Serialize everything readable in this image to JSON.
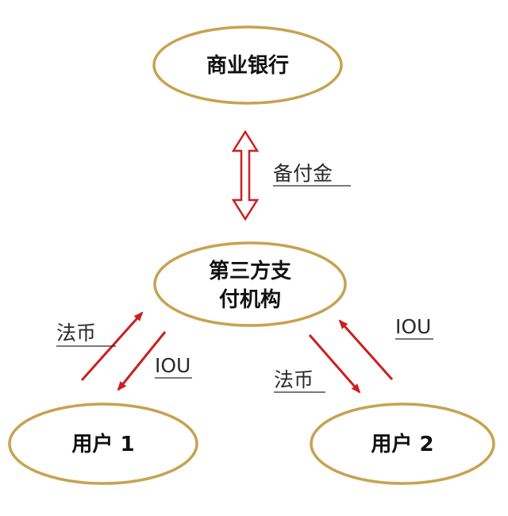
{
  "diagram": {
    "nodes": {
      "bank": {
        "label": "商业银行"
      },
      "third_party": {
        "label_line1": "第三方支",
        "label_line2": "付机构"
      },
      "user1": {
        "label": "用户 1"
      },
      "user2": {
        "label": "用户 2"
      }
    },
    "edges": {
      "reserve": {
        "label": "备付金"
      },
      "user1_to_platform": {
        "label": "法币"
      },
      "platform_to_user1": {
        "label": "IOU"
      },
      "platform_to_user2": {
        "label": "IOU"
      },
      "user2_to_platform": {
        "label": "法币"
      }
    },
    "colors": {
      "node_border": "#c8a250",
      "arrow": "#cc1f1f",
      "text": "#111111"
    }
  }
}
